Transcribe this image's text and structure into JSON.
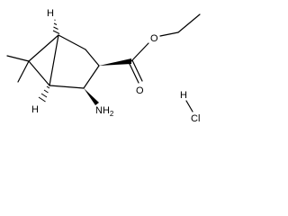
{
  "molecule": {
    "atom_labels": {
      "h_top": "H",
      "h_bottom": "H",
      "oxygen_ester": "O",
      "oxygen_carbonyl": "O",
      "amine": "NH",
      "amine_subscript": "2",
      "hcl_h": "H",
      "hcl_cl": "Cl"
    }
  }
}
